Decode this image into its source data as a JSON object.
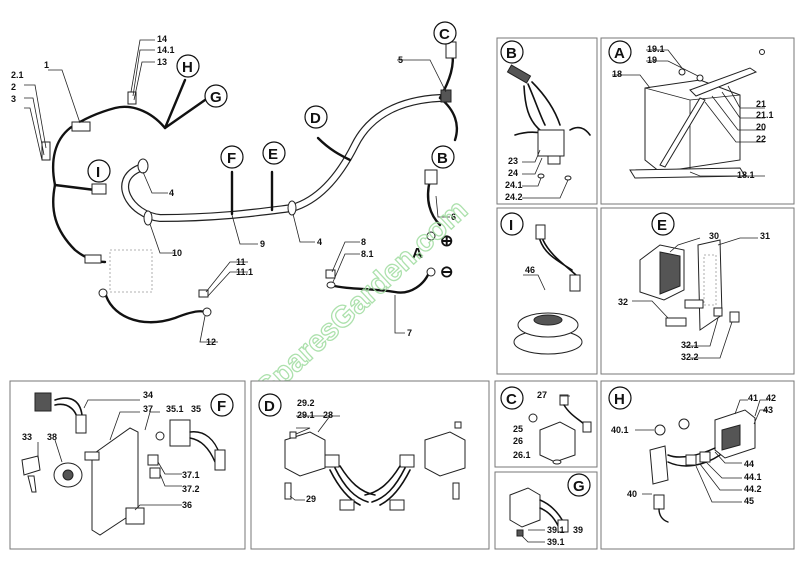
{
  "watermark": "SparesGarden.com",
  "main_diagram": {
    "callouts": {
      "c1": "1",
      "c2_1": "2.1",
      "c2": "2",
      "c3": "3",
      "c4a": "4",
      "c4b": "4",
      "c5": "5",
      "c6": "6",
      "c7": "7",
      "c8": "8",
      "c8_1": "8.1",
      "c9": "9",
      "c10": "10",
      "c11": "11",
      "c11_1": "11.1",
      "c12": "12",
      "c13": "13",
      "c14": "14",
      "c14_1": "14.1"
    },
    "connector_letters": {
      "C": "C",
      "H": "H",
      "G": "G",
      "D": "D",
      "F": "F",
      "E": "E",
      "I": "I",
      "B": "B",
      "A": "A"
    },
    "terminal_symbols": {
      "plus": "⊕",
      "minus": "⊖"
    }
  },
  "panels": {
    "B": {
      "letter": "B",
      "callouts": {
        "c23": "23",
        "c24": "24",
        "c24_1": "24.1",
        "c24_2": "24.2"
      }
    },
    "A": {
      "letter": "A",
      "callouts": {
        "c19_1": "19.1",
        "c19": "19",
        "c18": "18",
        "c21": "21",
        "c21_1": "21.1",
        "c20": "20",
        "c22": "22",
        "c18_1": "18.1"
      }
    },
    "I": {
      "letter": "I",
      "callouts": {
        "c46": "46"
      }
    },
    "E": {
      "letter": "E",
      "callouts": {
        "c30": "30",
        "c31": "31",
        "c32": "32",
        "c32_1": "32.1",
        "c32_2": "32.2"
      }
    },
    "F": {
      "letter": "F",
      "callouts": {
        "c34": "34",
        "c37": "37",
        "c35_1": "35.1",
        "c35": "35",
        "c33": "33",
        "c38": "38",
        "c37_1": "37.1",
        "c37_2": "37.2",
        "c36": "36"
      }
    },
    "D": {
      "letter": "D",
      "callouts": {
        "c29_2": "29.2",
        "c29_1": "29.1",
        "c28": "28",
        "c29": "29"
      }
    },
    "C": {
      "letter": "C",
      "callouts": {
        "c27": "27",
        "c25": "25",
        "c26": "26",
        "c26_1": "26.1"
      }
    },
    "G": {
      "letter": "G",
      "callouts": {
        "c39_1a": "39.1",
        "c39": "39",
        "c39_1b": "39.1"
      }
    },
    "H": {
      "letter": "H",
      "callouts": {
        "c41": "41",
        "c42": "42",
        "c43": "43",
        "c40_1": "40.1",
        "c44": "44",
        "c44_1": "44.1",
        "c44_2": "44.2",
        "c45": "45",
        "c40": "40"
      }
    }
  }
}
